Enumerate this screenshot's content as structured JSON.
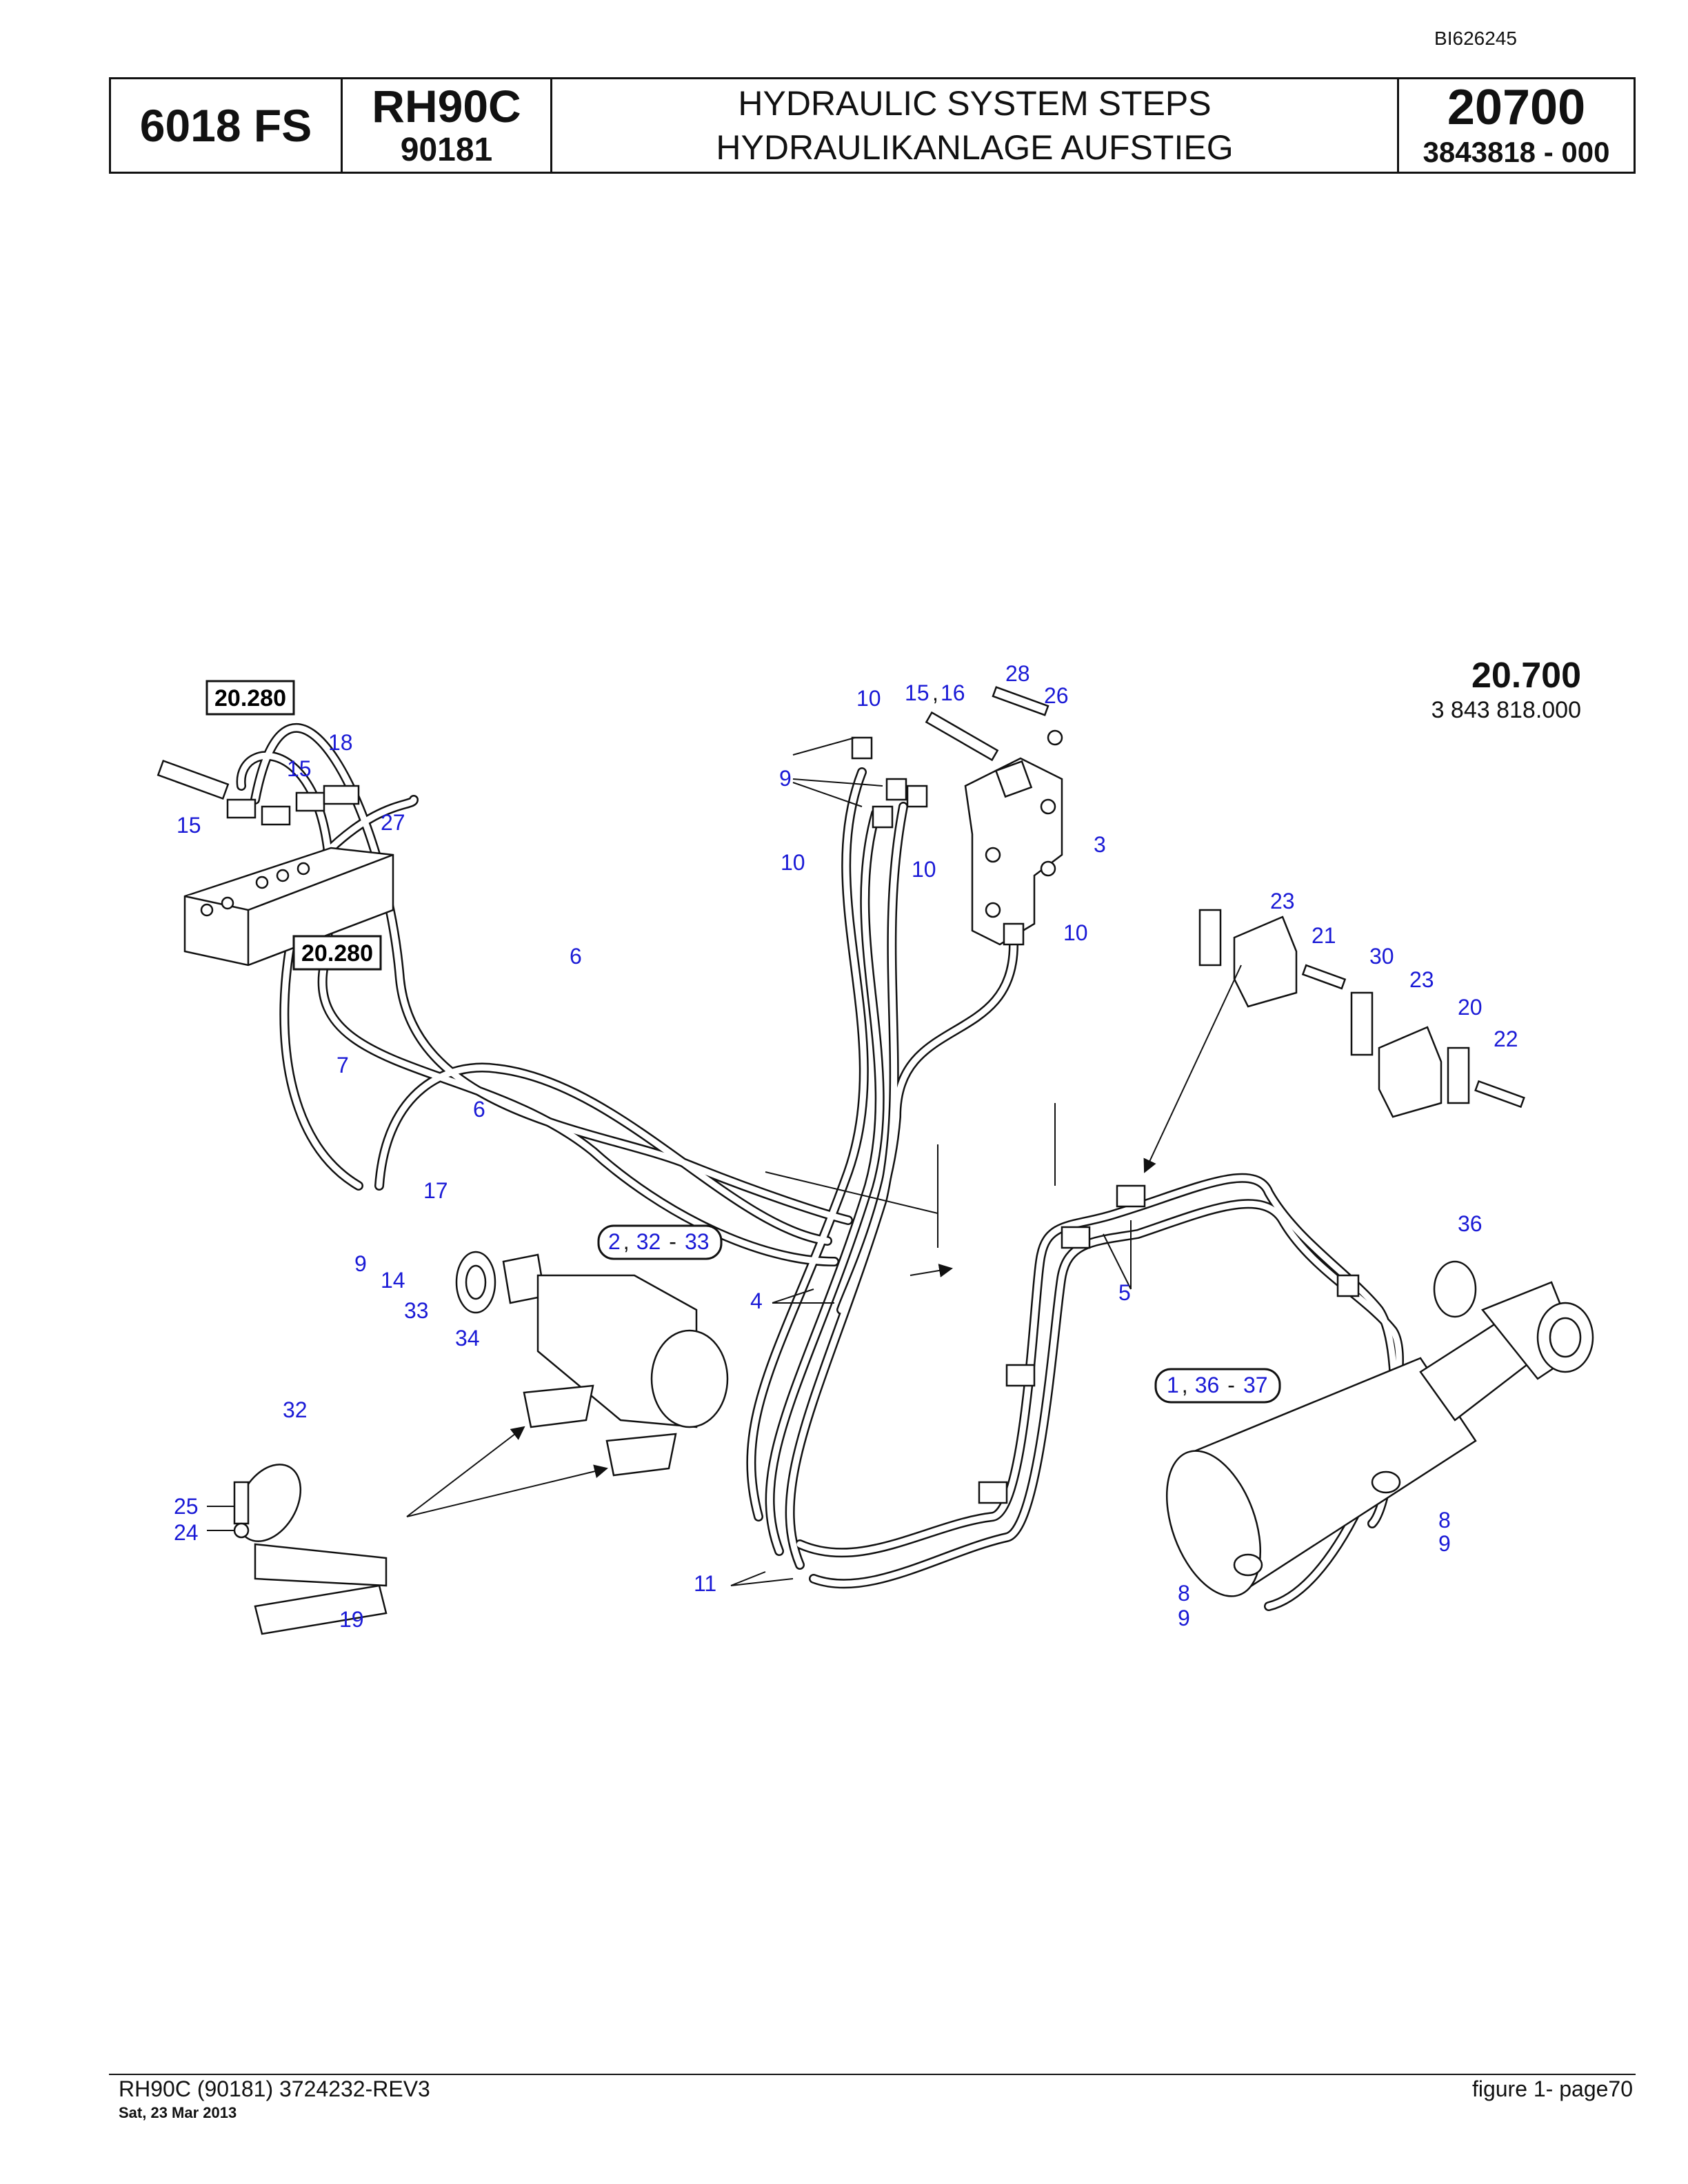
{
  "doc_id": "BI626245",
  "header": {
    "machine": "6018 FS",
    "model": "RH90C",
    "model_number": "90181",
    "title_en": "HYDRAULIC SYSTEM STEPS",
    "title_de": "HYDRAULIKANLAGE AUFSTIEG",
    "group": "20700",
    "part_number": "3843818  - 000"
  },
  "figure_ref": {
    "number": "20.700",
    "part": "3 843 818.000"
  },
  "ref_boxes": {
    "top": "20.280",
    "bottom": "20.280"
  },
  "callouts": {
    "c15a": "15",
    "c18": "18",
    "c15b": "15",
    "c27": "27",
    "c6a": "6",
    "c7": "7",
    "c6b": "6",
    "c17": "17",
    "c9a": "9",
    "c14": "14",
    "c33": "33",
    "c34": "34",
    "c10a": "10",
    "c1516": "15",
    "c16": "16",
    "c28": "28",
    "c26": "26",
    "c9b": "9",
    "c3": "3",
    "c10b": "10",
    "c10c": "10",
    "c10d": "10",
    "c23a": "23",
    "c21": "21",
    "c30": "30",
    "c23b": "23",
    "c20": "20",
    "c22": "22",
    "c4": "4",
    "c5": "5",
    "c36": "36",
    "c32": "32",
    "c25": "25",
    "c24": "24",
    "c19": "19",
    "c11": "11",
    "c8a": "8",
    "c9c": "9",
    "c8b": "8",
    "c9d": "9"
  },
  "assemblies": {
    "accumulator": {
      "a": "2",
      "b": "32",
      "c": "33"
    },
    "cylinder": {
      "a": "1",
      "b": "36",
      "c": "37"
    }
  },
  "footer": {
    "left": "RH90C (90181) 3724232-REV3",
    "date": "Sat, 23 Mar 2013",
    "right": "figure  1- page70"
  }
}
